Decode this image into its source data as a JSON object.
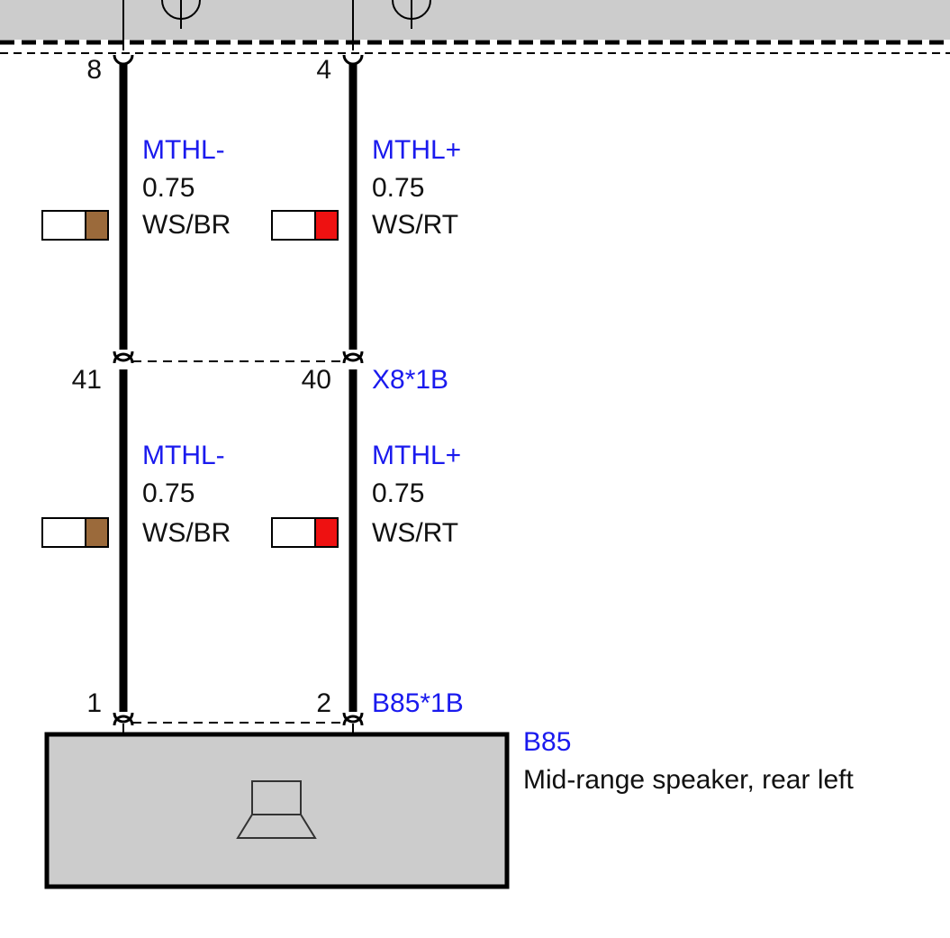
{
  "colors": {
    "wire": "#000000",
    "module_fill": "#cccccc",
    "label_blue": "#1a1aee",
    "text_black": "#111111",
    "brown": "#9b6a3b",
    "red": "#ee1111",
    "white": "#ffffff"
  },
  "top_module": {
    "pins": {
      "left": "8",
      "right": "4"
    }
  },
  "wires_upper": {
    "left": {
      "signal": "MTHL-",
      "cross_section": "0.75",
      "color_code": "WS/BR",
      "stripe_color": "#9b6a3b"
    },
    "right": {
      "signal": "MTHL+",
      "cross_section": "0.75",
      "color_code": "WS/RT",
      "stripe_color": "#ee1111"
    }
  },
  "connector_x8": {
    "name": "X8*1B",
    "pins": {
      "left": "41",
      "right": "40"
    }
  },
  "wires_lower": {
    "left": {
      "signal": "MTHL-",
      "cross_section": "0.75",
      "color_code": "WS/BR",
      "stripe_color": "#9b6a3b"
    },
    "right": {
      "signal": "MTHL+",
      "cross_section": "0.75",
      "color_code": "WS/RT",
      "stripe_color": "#ee1111"
    }
  },
  "connector_b85": {
    "name": "B85*1B",
    "pins": {
      "left": "1",
      "right": "2"
    }
  },
  "component": {
    "id": "B85",
    "description": "Mid-range speaker, rear left",
    "icon": "speaker-icon"
  }
}
